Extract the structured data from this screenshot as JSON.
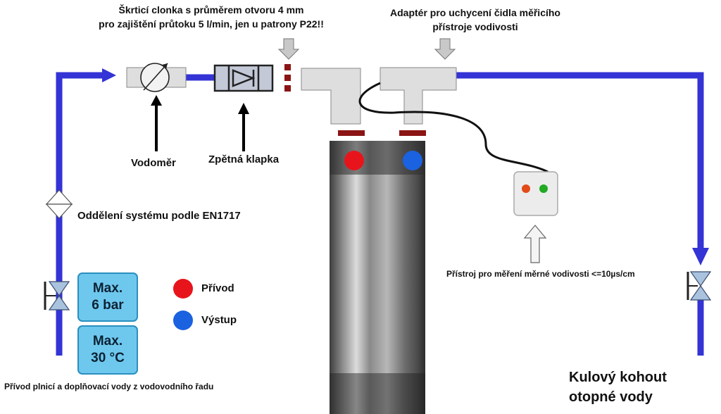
{
  "diagram": {
    "labels": {
      "restrictor_line1": "Škrticí clonka s průměrem otvoru 4 mm",
      "restrictor_line2": "pro zajištění průtoku 5 l/min, jen u patrony P22!!",
      "adapter_line1": "Adaptér pro uchycení čidla měřicího",
      "adapter_line2": "přístroje vodivosti",
      "water_meter": "Vodoměr",
      "check_valve": "Zpětná klapka",
      "separation": "Oddělení systému podle EN1717",
      "supply": "Přívod plnicí a doplňovací vody z vodovodního řadu",
      "meter_device": "Přístroj pro měření měrné vodivosti <=10µs/cm",
      "ball_valve_line1": "Kulový kohout",
      "ball_valve_line2": "otopné vody"
    },
    "limits": {
      "pressure": "Max.\n6 bar",
      "temperature": "Max.\n30 °C"
    },
    "legend": [
      {
        "label": "Přívod",
        "color": "#e8141b"
      },
      {
        "label": "Výstup",
        "color": "#1a62e0"
      }
    ],
    "colors": {
      "pipe": "#3333d6",
      "fitting": "#dedede",
      "marker": "#8b1414",
      "cartridge": "#a8a8a8"
    }
  }
}
